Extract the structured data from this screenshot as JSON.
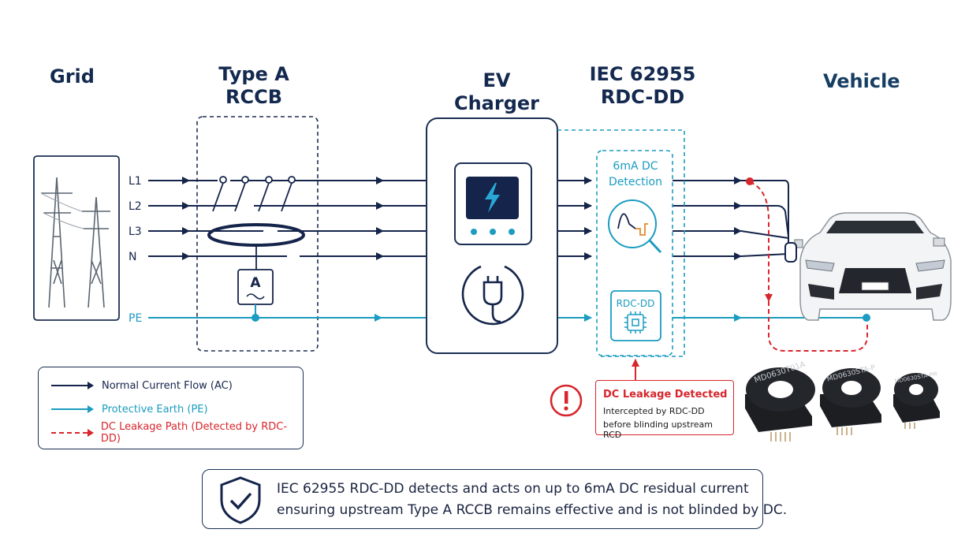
{
  "titles": {
    "grid": "Grid",
    "rccb_line1": "Type A",
    "rccb_line2": "RCCB",
    "charger": "EV Charger",
    "rdc_line1": "IEC 62955",
    "rdc_line2": "RDC-DD",
    "vehicle": "Vehicle"
  },
  "conductors": [
    "L1",
    "L2",
    "L3",
    "N",
    "PE"
  ],
  "rccb_meter_label": "A",
  "rdc": {
    "detection_line1": "6mA DC",
    "detection_line2": "Detection",
    "module_label": "RDC-DD"
  },
  "legend": {
    "items": [
      {
        "label": "Normal Current Flow (AC)",
        "color": "#14244a",
        "style": "solid"
      },
      {
        "label": "Protective Earth (PE)",
        "color": "#1b9cc0",
        "style": "solid"
      },
      {
        "label": "DC Leakage Path (Detected by RDC-DD)",
        "color": "#d7262c",
        "style": "dashed"
      }
    ]
  },
  "alert": {
    "title": "DC Leakage Detected",
    "line1": "Intercepted by RDC-DD",
    "line2": "before blinding upstream RCD"
  },
  "sensors": [
    "MD0630T01A",
    "MD0630STA-P",
    "MD0630STA-PM"
  ],
  "note": {
    "line1": "IEC 62955 RDC-DD detects and acts on up to 6mA DC residual current",
    "line2": "ensuring upstream Type A RCCB remains effective and is not blinded by DC."
  },
  "colors": {
    "navy": "#14244a",
    "teal": "#1b9cc0",
    "red": "#d7262c"
  },
  "icons": [
    "power-tower-icon",
    "lightning-screen-icon",
    "plug-icon",
    "waveform-magnifier-icon",
    "chip-icon",
    "warning-icon",
    "shield-check-icon"
  ]
}
